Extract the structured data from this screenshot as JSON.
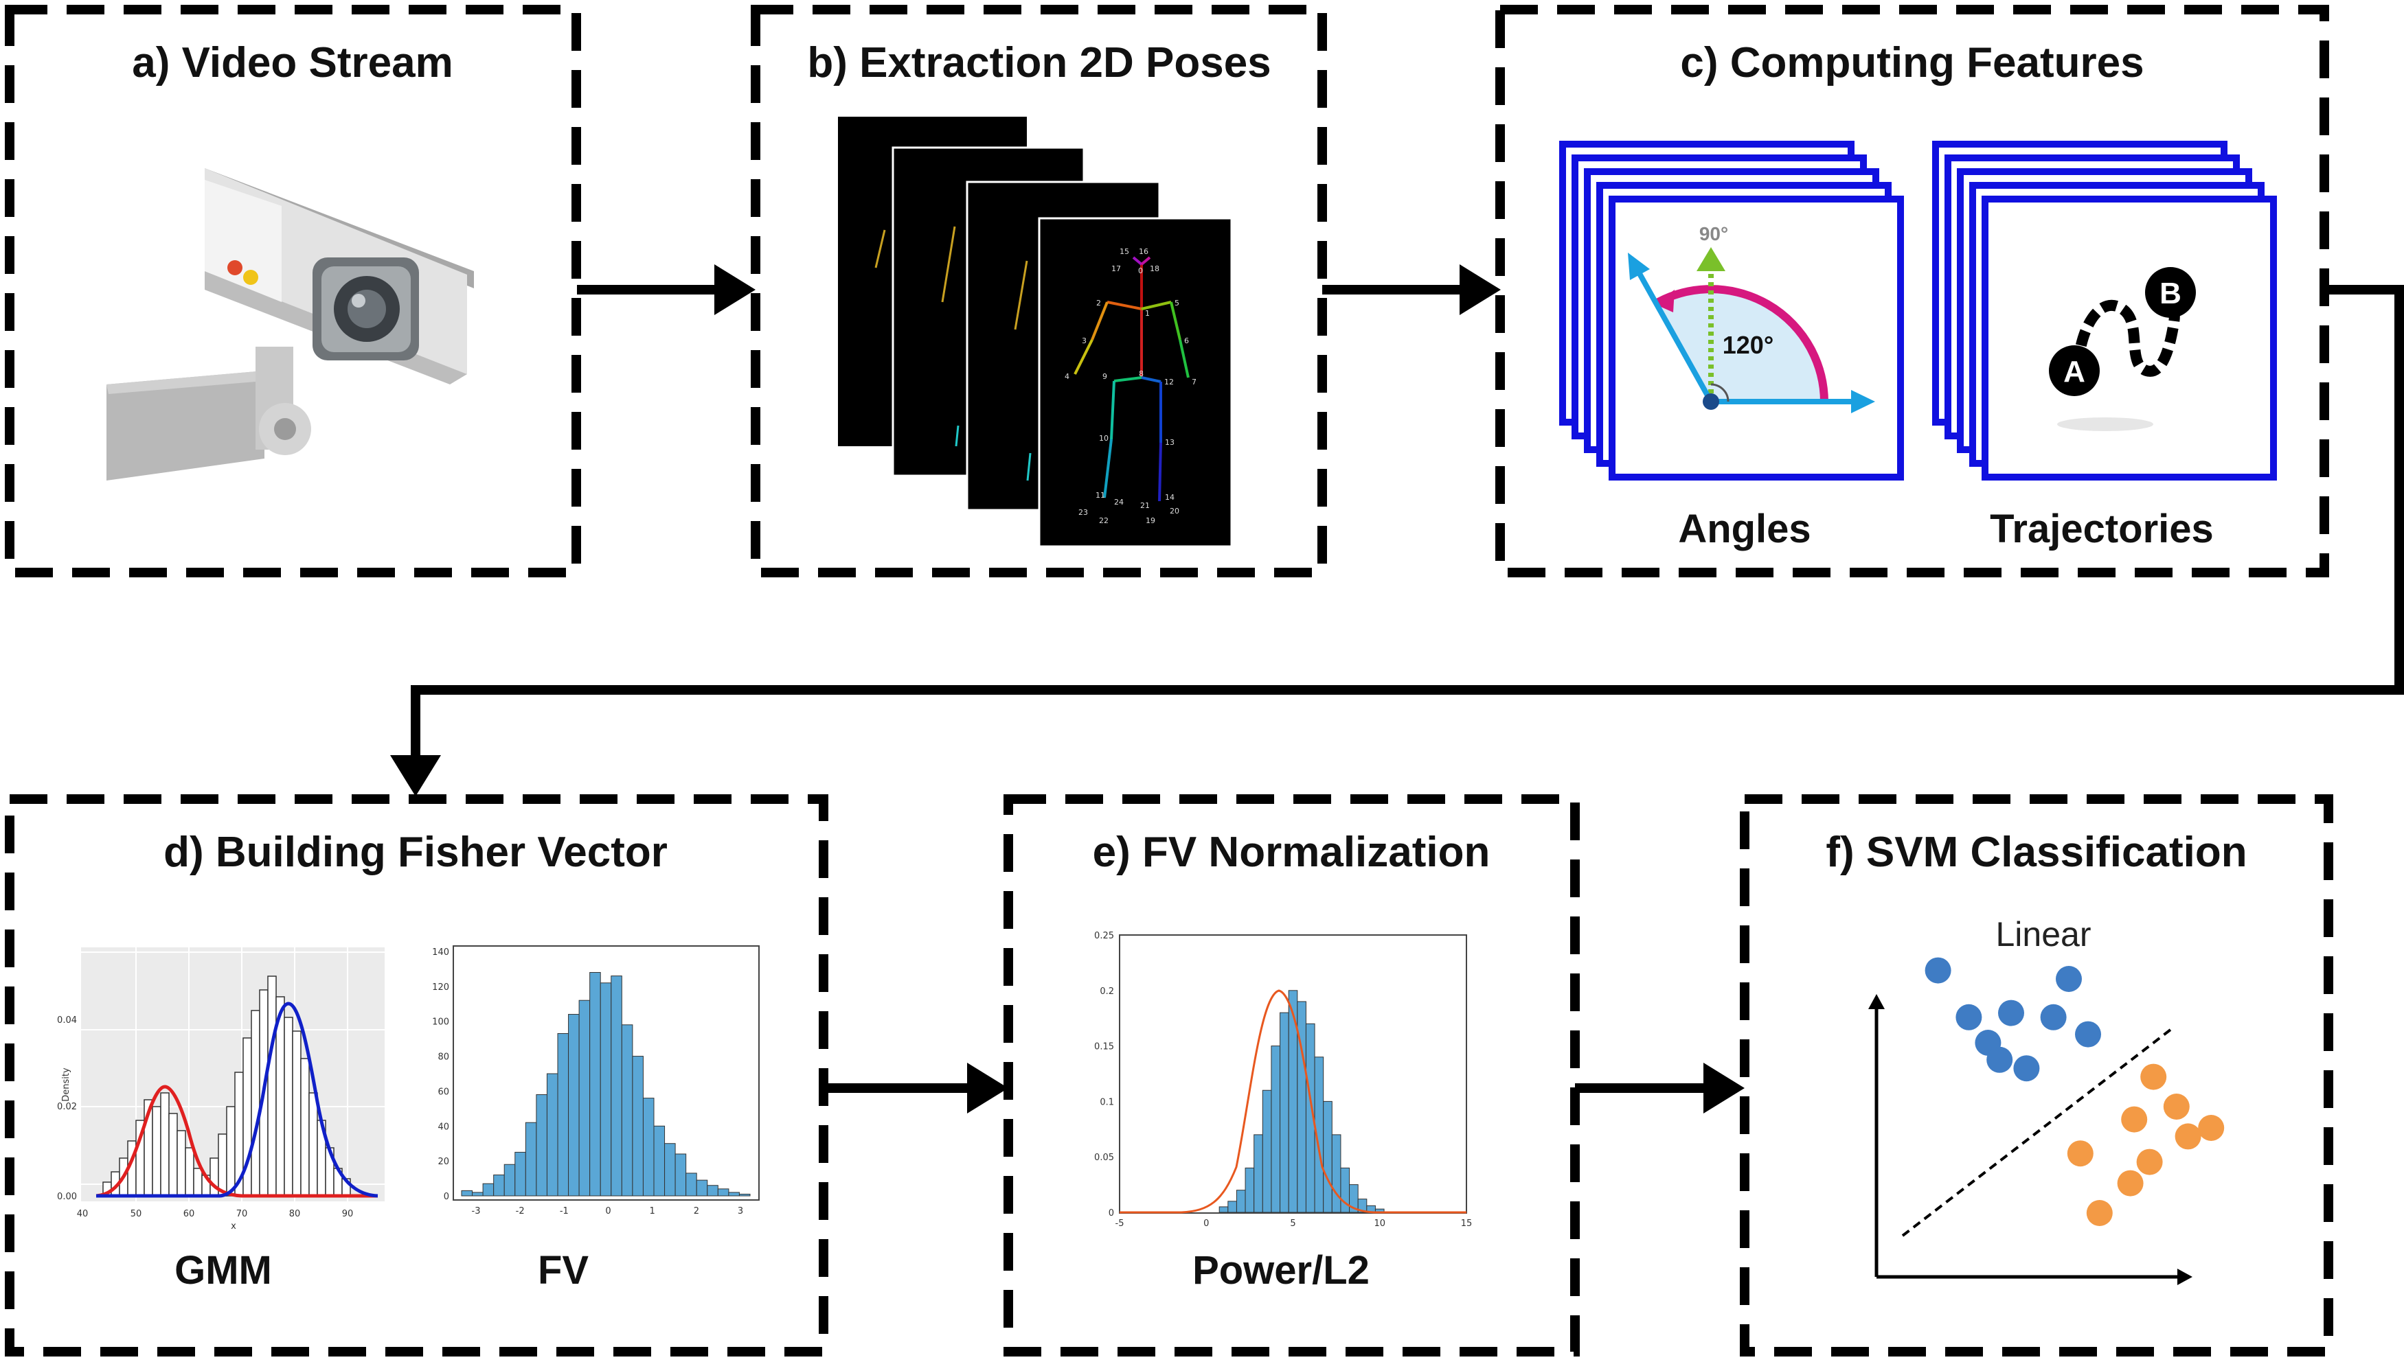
{
  "stages": {
    "a": {
      "title": "a) Video Stream"
    },
    "b": {
      "title": "b) Extraction 2D Poses"
    },
    "c": {
      "title": "c) Computing Features",
      "angles_label": "Angles",
      "trajectories_label": "Trajectories",
      "angle_up": "90°",
      "angle_value": "120°",
      "point_a": "A",
      "point_b": "B"
    },
    "d": {
      "title": "d) Building Fisher Vector",
      "gmm_label": "GMM",
      "fv_label": "FV"
    },
    "e": {
      "title": "e) FV Normalization",
      "label": "Power/L2"
    },
    "f": {
      "title": "f) SVM Classification",
      "plot_title": "Linear"
    }
  },
  "pose_keypoints": [
    "15",
    "16",
    "17",
    "0",
    "18",
    "2",
    "1",
    "5",
    "3",
    "6",
    "4",
    "7",
    "9",
    "8",
    "12",
    "10",
    "13",
    "11",
    "24",
    "14",
    "21",
    "20",
    "23",
    "22",
    "19"
  ],
  "colors": {
    "frame_blue": "#1010e0",
    "bar_blue": "#5aa7d6",
    "gmm_red": "#e02020",
    "gmm_blue": "#1020c8",
    "svm_blue": "#3f7cc4",
    "svm_orange": "#f39a45",
    "arc_magenta": "#d6187f",
    "arrow_cyan": "#1aa0e0",
    "up_green": "#7ac02a"
  },
  "chart_data": [
    {
      "type": "bar",
      "title": "",
      "categories": [
        "-3",
        "-2.75",
        "-2.5",
        "-2.25",
        "-2",
        "-1.75",
        "-1.5",
        "-1.25",
        "-1",
        "-0.75",
        "-0.5",
        "-0.25",
        "0",
        "0.25",
        "0.5",
        "0.75",
        "1",
        "1.25",
        "1.5",
        "1.75",
        "2",
        "2.25",
        "2.5",
        "2.75",
        "3",
        "3.25",
        "3.5"
      ],
      "values": [
        3,
        2,
        7,
        12,
        18,
        25,
        42,
        58,
        70,
        93,
        104,
        112,
        128,
        122,
        126,
        98,
        80,
        56,
        40,
        30,
        24,
        13,
        9,
        6,
        4,
        2,
        1
      ],
      "ylim": [
        0,
        140
      ],
      "yticks": [
        "0",
        "20",
        "40",
        "60",
        "80",
        "100",
        "120",
        "140"
      ],
      "xticks": [
        "-3",
        "-2",
        "-1",
        "0",
        "1",
        "2",
        "3"
      ]
    },
    {
      "type": "bar",
      "title": "",
      "categories": [
        "1",
        "1.5",
        "2",
        "2.5",
        "3",
        "3.5",
        "4",
        "4.5",
        "5",
        "5.5",
        "6",
        "6.5",
        "7",
        "7.5",
        "8",
        "8.5",
        "9",
        "9.5",
        "10"
      ],
      "values": [
        0.005,
        0.01,
        0.02,
        0.04,
        0.07,
        0.11,
        0.15,
        0.18,
        0.2,
        0.19,
        0.17,
        0.14,
        0.1,
        0.07,
        0.04,
        0.025,
        0.012,
        0.006,
        0.003
      ],
      "ylim": [
        0,
        0.25
      ],
      "yticks": [
        "0",
        "0.05",
        "0.1",
        "0.15",
        "0.2",
        "0.25"
      ],
      "xticks": [
        "-5",
        "0",
        "5",
        "10",
        "15"
      ]
    },
    {
      "type": "scatter",
      "title": "Linear",
      "series": [
        {
          "points": [
            [
              1.6,
              7.2
            ],
            [
              2.4,
              6.1
            ],
            [
              2.9,
              5.5
            ],
            [
              3.9,
              4.9
            ],
            [
              5.5,
              5.7
            ],
            [
              5.0,
              7.0
            ],
            [
              3.5,
              6.2
            ],
            [
              4.6,
              6.1
            ],
            [
              3.2,
              5.1
            ]
          ]
        },
        {
          "points": [
            [
              7.2,
              4.7
            ],
            [
              8.7,
              3.5
            ],
            [
              6.7,
              3.7
            ],
            [
              7.1,
              2.7
            ],
            [
              8.1,
              3.3
            ],
            [
              6.6,
              2.2
            ],
            [
              5.8,
              1.5
            ],
            [
              5.3,
              2.9
            ],
            [
              7.8,
              4.0
            ]
          ]
        }
      ]
    }
  ],
  "gmm_axis": {
    "ylabel": "Density",
    "yticks": [
      "0.00",
      "0.02",
      "0.04"
    ],
    "xticks": [
      "40",
      "50",
      "60",
      "70",
      "80",
      "90"
    ],
    "xlabel": "x"
  }
}
